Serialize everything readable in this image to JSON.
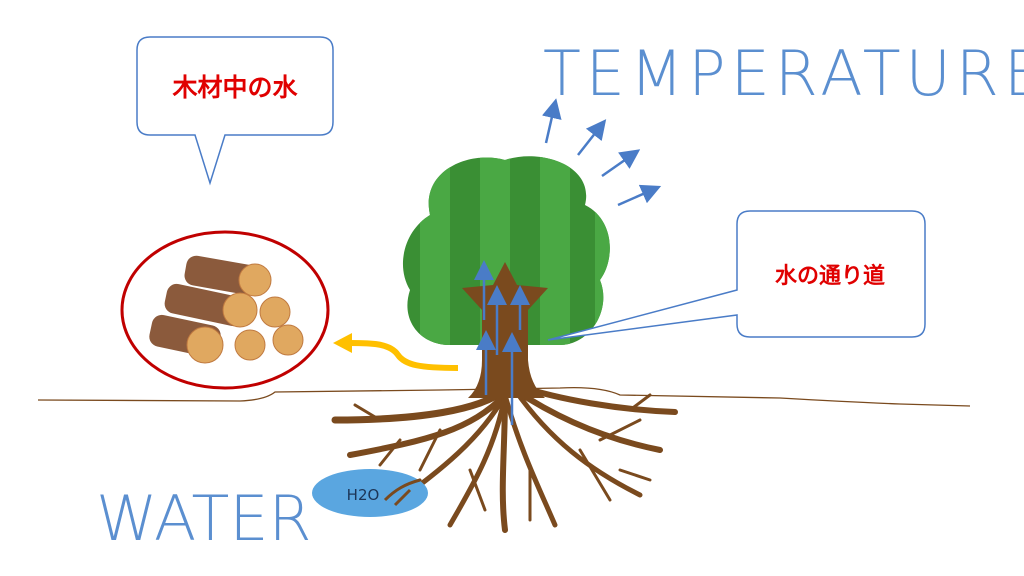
{
  "labels": {
    "wood_water": "木材中の水",
    "temperature": "TEMPERATURE",
    "water_path": "水の通り道",
    "water": "WATER",
    "h2o": "H2O"
  },
  "colors": {
    "blue_text": "#5b8fd0",
    "red_text": "#e00000",
    "leaf_green": "#3f9a3a",
    "trunk_brown": "#7a4a1e",
    "water_pool": "#5aa6e0",
    "yellow_arrow": "#ffc000",
    "circle_red": "#c00000"
  }
}
